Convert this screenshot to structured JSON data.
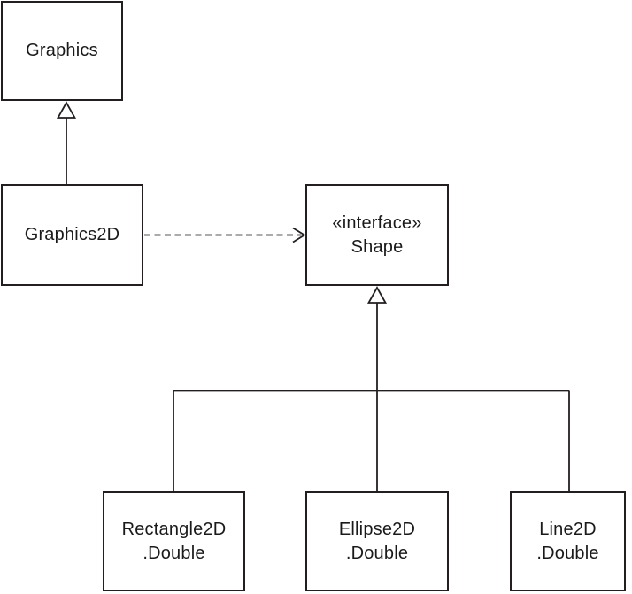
{
  "diagram": {
    "kind": "uml-class-diagram",
    "colors": {
      "background": "#ffffff",
      "line": "#231f20",
      "box_fill": "#ffffff",
      "text": "#1a1a1a"
    },
    "classes": {
      "graphics": {
        "name": "Graphics"
      },
      "graphics2d": {
        "name": "Graphics2D"
      },
      "shape": {
        "stereotype": "«interface»",
        "name": "Shape"
      },
      "rectangle2d": {
        "name": "Rectangle2D",
        "suffix": ".Double"
      },
      "ellipse2d": {
        "name": "Ellipse2D",
        "suffix": ".Double"
      },
      "line2d": {
        "name": "Line2D",
        "suffix": ".Double"
      }
    },
    "relations": [
      {
        "from": "Graphics2D",
        "to": "Graphics",
        "type": "generalization-hollow-triangle"
      },
      {
        "from": "Graphics2D",
        "to": "Shape",
        "type": "dashed-dependency-open-arrow"
      },
      {
        "from": "Rectangle2D.Double",
        "to": "Shape",
        "type": "generalization-hollow-triangle"
      },
      {
        "from": "Ellipse2D.Double",
        "to": "Shape",
        "type": "generalization-hollow-triangle"
      },
      {
        "from": "Line2D.Double",
        "to": "Shape",
        "type": "generalization-hollow-triangle"
      }
    ]
  }
}
